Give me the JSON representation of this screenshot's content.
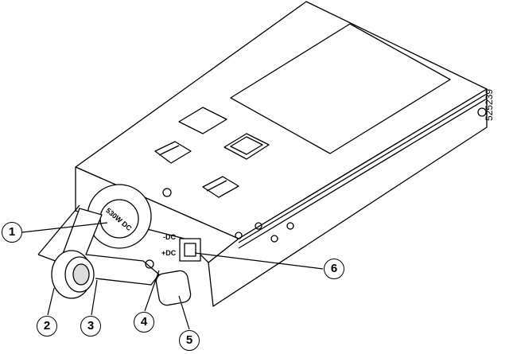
{
  "figure_number": "525239",
  "product_label": "530W DC",
  "polarity_labels": {
    "negative": "-DC",
    "positive": "+DC"
  },
  "callouts": [
    "1",
    "2",
    "3",
    "4",
    "5",
    "6"
  ]
}
